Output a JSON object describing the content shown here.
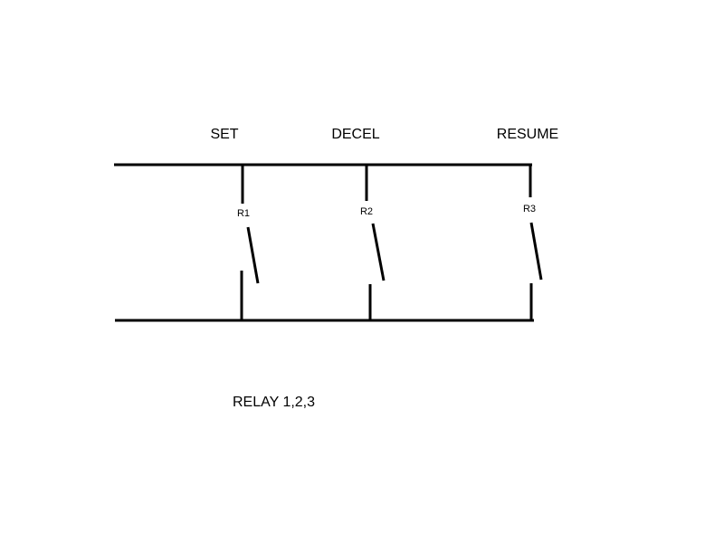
{
  "diagram": {
    "caption": "RELAY 1,2,3",
    "wire_color": "#000000",
    "switches": [
      {
        "heading": "SET",
        "relay": "R1",
        "state": "open"
      },
      {
        "heading": "DECEL",
        "relay": "R2",
        "state": "open"
      },
      {
        "heading": "RESUME",
        "relay": "R3",
        "state": "open"
      }
    ]
  }
}
